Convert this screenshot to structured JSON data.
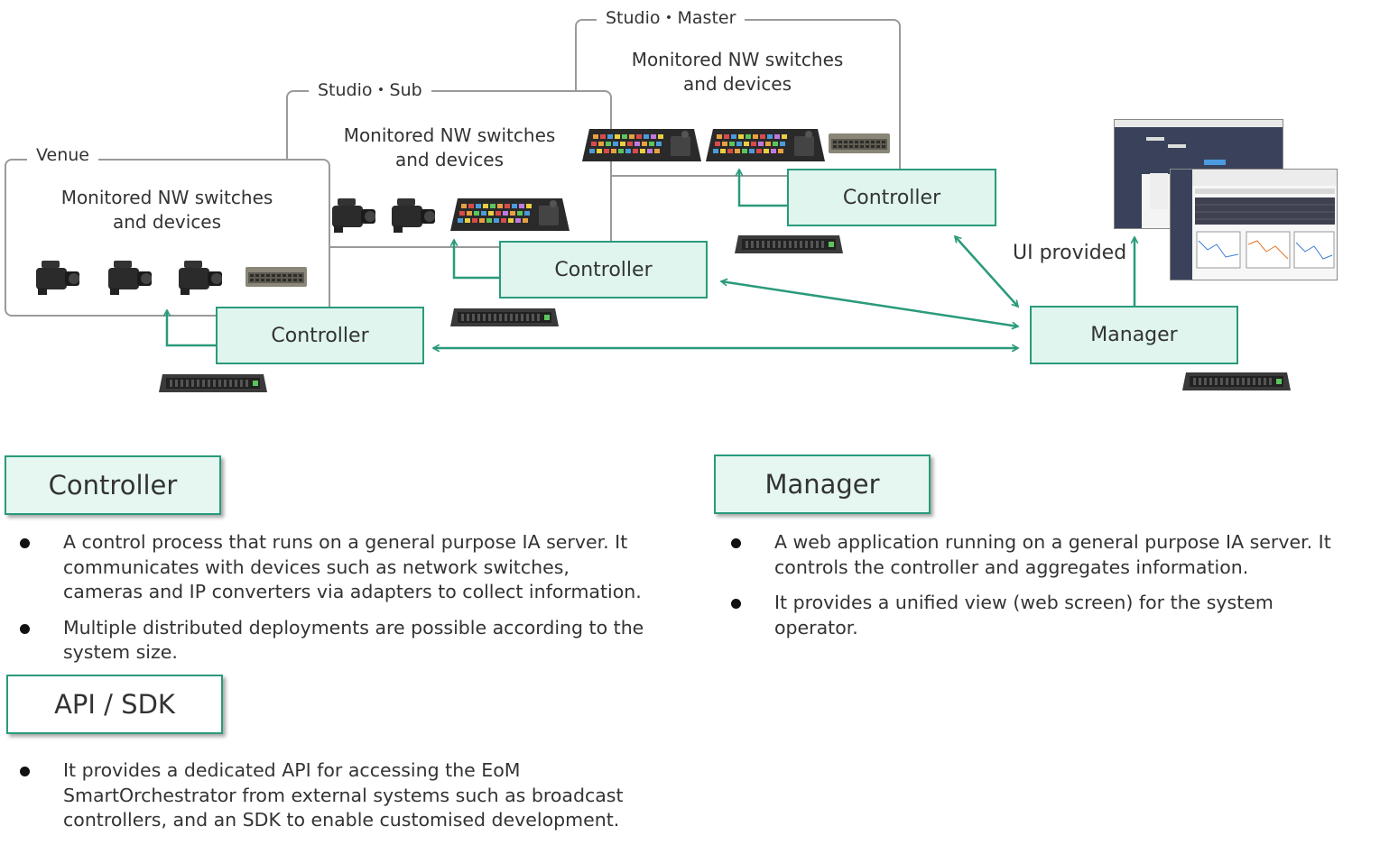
{
  "groups": {
    "venue": {
      "label": "Venue",
      "desc_line1": "Monitored NW switches",
      "desc_line2": "and devices"
    },
    "sub": {
      "label": "Studio・Sub",
      "desc_line1": "Monitored NW switches",
      "desc_line2": "and devices"
    },
    "master": {
      "label": "Studio・Master",
      "desc_line1": "Monitored NW switches",
      "desc_line2": "and devices"
    }
  },
  "nodes": {
    "controller_venue": "Controller",
    "controller_sub": "Controller",
    "controller_master": "Controller",
    "manager": "Manager"
  },
  "ui_provided": "UI provided",
  "legend": {
    "controller": {
      "title": "Controller",
      "bullets": [
        "A control process that runs on a general purpose IA server. It communicates with devices such as network switches, cameras and IP converters via adapters to collect information.",
        "Multiple distributed deployments are possible according to the system size."
      ]
    },
    "api": {
      "title": "API / SDK",
      "bullets": [
        "It provides a dedicated API for accessing the EoM SmartOrchestrator from external systems such as broadcast controllers, and an SDK to enable customised development."
      ]
    },
    "manager": {
      "title": "Manager",
      "bullets": [
        "A web application running on a general purpose IA server. It controls the controller and aggregates information.",
        "It provides a unified view (web screen) for the system operator."
      ]
    }
  },
  "colors": {
    "accent": "#2a9a7b",
    "node_fill": "#dff5ee",
    "group_border": "#9a9a9a"
  }
}
